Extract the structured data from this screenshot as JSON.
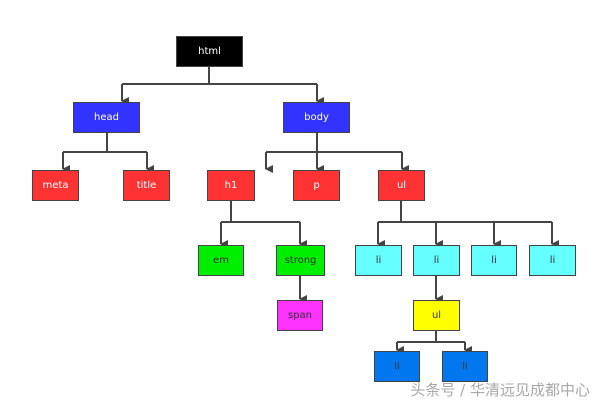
{
  "nodes": {
    "html": {
      "label": "html",
      "color": "#000000",
      "text": "#ffffff"
    },
    "head": {
      "label": "head",
      "color": "#3333ff",
      "text": "#ffffff"
    },
    "body": {
      "label": "body",
      "color": "#3333ff",
      "text": "#ffffff"
    },
    "meta": {
      "label": "meta",
      "color": "#ff3333",
      "text": "#ffffff"
    },
    "title": {
      "label": "title",
      "color": "#ff3333",
      "text": "#ffffff"
    },
    "h1": {
      "label": "h1",
      "color": "#ff3333",
      "text": "#ffffff"
    },
    "p": {
      "label": "p",
      "color": "#ff3333",
      "text": "#ffffff"
    },
    "ul": {
      "label": "ul",
      "color": "#ff3333",
      "text": "#ffffff"
    },
    "em": {
      "label": "em",
      "color": "#00ee00",
      "text": "#333333"
    },
    "strong": {
      "label": "strong",
      "color": "#00ee00",
      "text": "#333333"
    },
    "span": {
      "label": "span",
      "color": "#ff33ff",
      "text": "#333333"
    },
    "li1": {
      "label": "li",
      "color": "#66ffff",
      "text": "#333333"
    },
    "li2": {
      "label": "li",
      "color": "#66ffff",
      "text": "#333333"
    },
    "li3": {
      "label": "li",
      "color": "#66ffff",
      "text": "#333333"
    },
    "li4": {
      "label": "li",
      "color": "#66ffff",
      "text": "#333333"
    },
    "ul2": {
      "label": "ul",
      "color": "#ffff00",
      "text": "#333333"
    },
    "li5": {
      "label": "li",
      "color": "#0077ee",
      "text": "#333333"
    },
    "li6": {
      "label": "li",
      "color": "#0077ee",
      "text": "#333333"
    }
  },
  "watermark": "头条号 / 华清远见成都中心"
}
